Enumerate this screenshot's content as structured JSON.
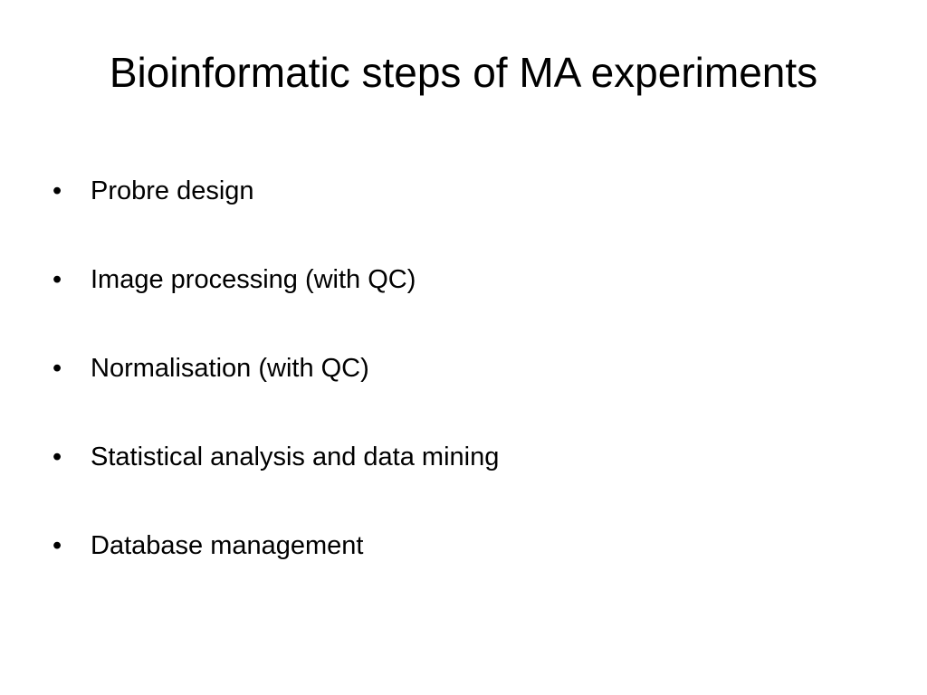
{
  "slide": {
    "title": "Bioinformatic steps of MA experiments",
    "bullet_symbol": "•",
    "bullets": [
      "Probre design",
      "Image processing (with QC)",
      "Normalisation (with QC)",
      "Statistical analysis and data mining",
      "Database management"
    ]
  }
}
